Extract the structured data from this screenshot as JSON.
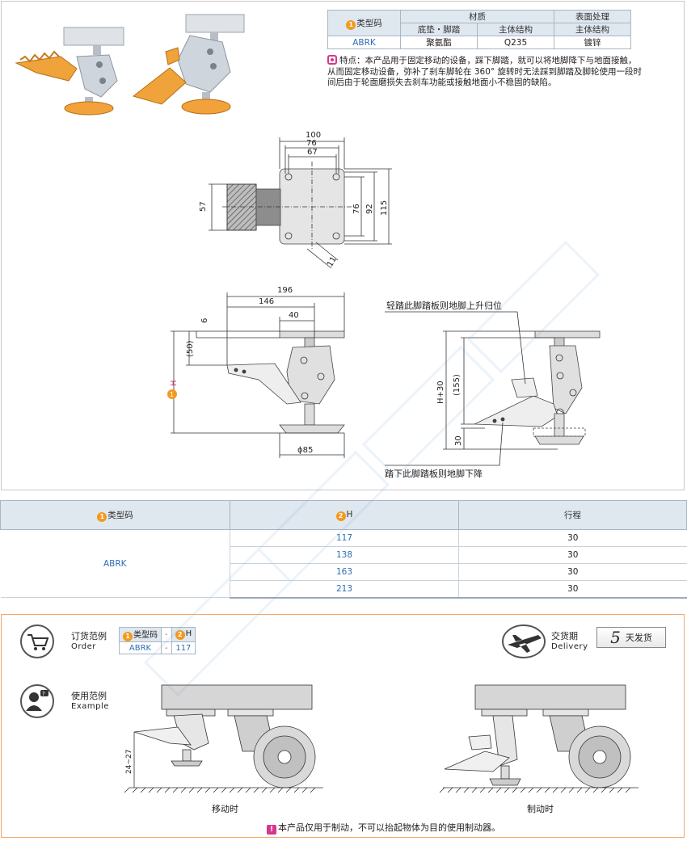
{
  "spec_table": {
    "h_type": "类型码",
    "h_material": "材质",
    "h_surface": "表面处理",
    "h_pad": "底垫・脚踏",
    "h_body": "主体结构",
    "h_body2": "主体结构",
    "type": "ABRK",
    "pad_mat": "聚氨酯",
    "body_mat": "Q235",
    "surface": "镀锌"
  },
  "feature_text": "特点：本产品用于固定移动的设备，踩下脚踏，就可以将地脚降下与地面接触，从而固定移动设备，弥补了刹车脚轮在 360° 旋转时无法踩到脚踏及脚轮使用一段时间后由于轮面磨损失去刹车功能或接触地面小不稳固的缺陷。",
  "top_view": {
    "d100": "100",
    "d76a": "76",
    "d67": "67",
    "d57": "57",
    "d76b": "76",
    "d92": "92",
    "d115": "115",
    "d11": "11"
  },
  "side_view": {
    "d196": "196",
    "d146": "146",
    "d40": "40",
    "d6": "6",
    "d50": "(50)",
    "dH": "H",
    "dphi": "ϕ85",
    "num1": "1"
  },
  "right_view": {
    "up_note": "轻踏此脚踏板则地脚上升归位",
    "down_note": "踏下此脚踏板则地脚下降",
    "d155": "(155)",
    "dH30": "H+30",
    "d30": "30"
  },
  "h_table": {
    "col1": "类型码",
    "col2": "H",
    "col3": "行程",
    "type": "ABRK",
    "rows": [
      {
        "h": "117",
        "stroke": "30"
      },
      {
        "h": "138",
        "stroke": "30"
      },
      {
        "h": "163",
        "stroke": "30"
      },
      {
        "h": "213",
        "stroke": "30"
      }
    ]
  },
  "order": {
    "cn": "订货范例",
    "en": "Order",
    "h_type": "类型码",
    "h_dash": "-",
    "h_h": "H",
    "type": "ABRK",
    "dash": "-",
    "h": "117"
  },
  "delivery": {
    "cn": "交货期",
    "en": "Delivery",
    "days": "5",
    "days_label": "天发货"
  },
  "example": {
    "cn": "使用范例",
    "en": "Example",
    "moving": "移动时",
    "braking": "制动时",
    "dim": "24~27"
  },
  "note": "本产品仅用于制动，不可以抬起物体为目的使用制动器。",
  "colors": {
    "accent": "#f39a1e",
    "header_bg": "#dfe7ef",
    "blue_text": "#2d6db5",
    "pink": "#d8368c",
    "border_orange": "#f2a76a"
  }
}
